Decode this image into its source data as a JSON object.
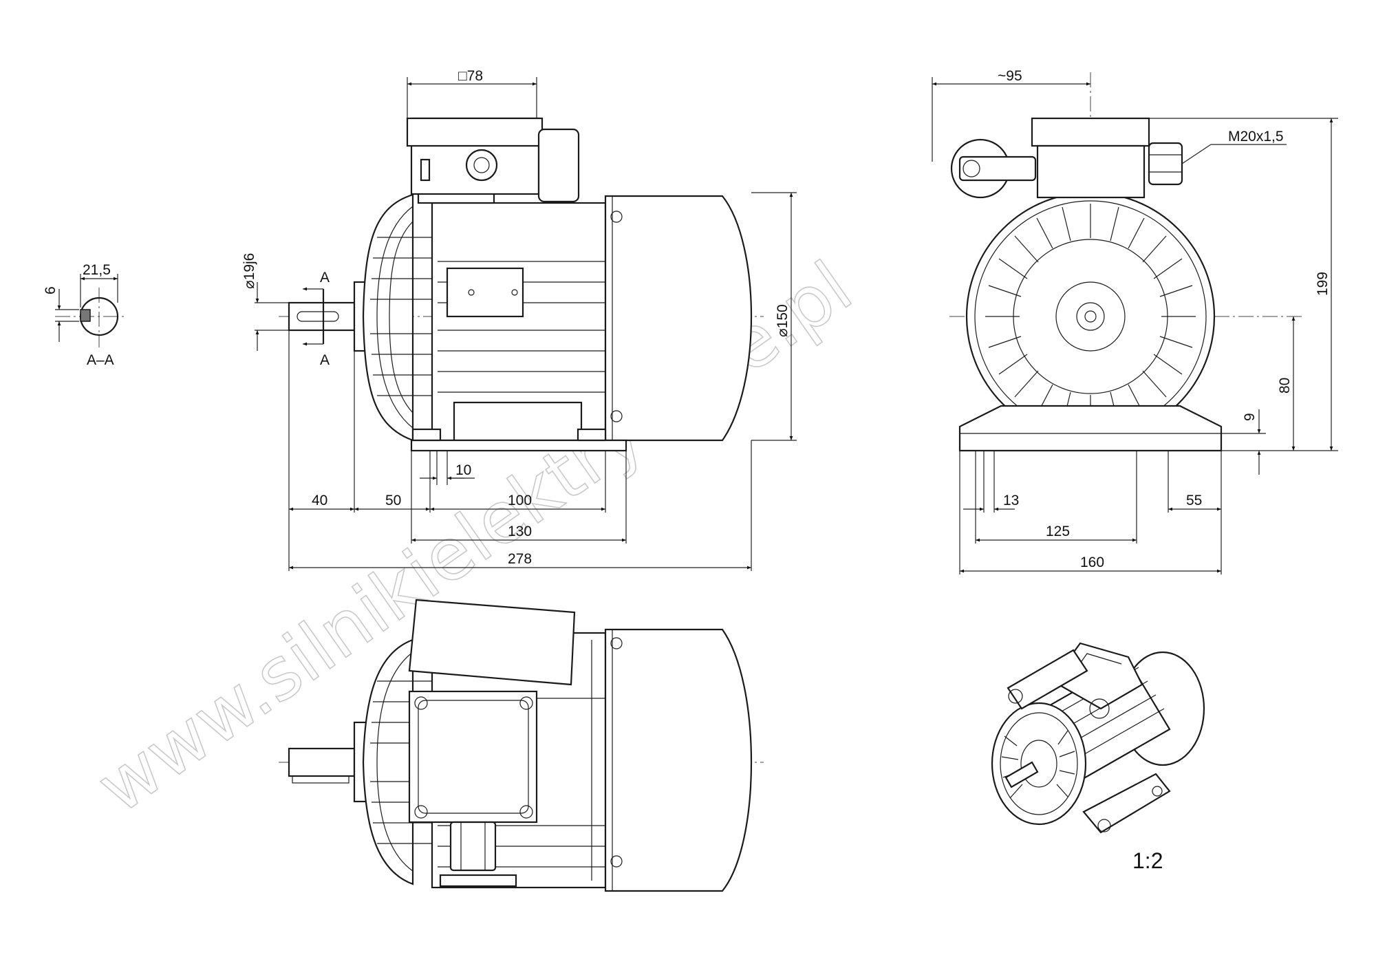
{
  "watermark": "www.silnikielektryczne.pl",
  "section": {
    "label": "A–A",
    "key_height": "6",
    "width": "21,5"
  },
  "side_view": {
    "terminal_box": "□78",
    "shaft": "⌀19j6",
    "section_mark": "A",
    "frame_dia": "⌀150",
    "foot_hole": "10",
    "shaft_len": "40",
    "shoulder": "50",
    "foot_spacing": "100",
    "foot_length": "130",
    "overall_length": "278"
  },
  "end_view": {
    "box_offset": "~95",
    "gland": "M20x1,5",
    "overall_height": "199",
    "shaft_height": "80",
    "foot_thickness": "9",
    "foot_hole": "13",
    "foot_edge": "55",
    "foot_spacing": "125",
    "foot_width": "160"
  },
  "iso_view": {
    "scale": "1:2"
  }
}
